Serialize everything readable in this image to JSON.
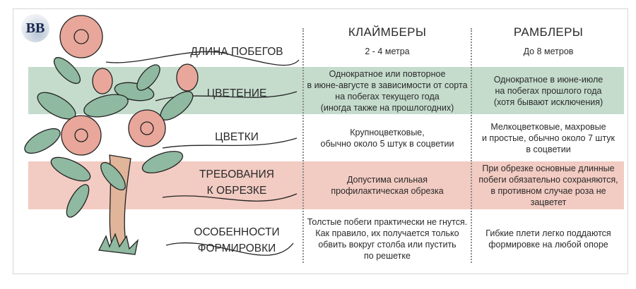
{
  "logo": {
    "text": "BB"
  },
  "columns": {
    "climbers": "КЛАЙМБЕРЫ",
    "ramblers": "РАМБЛЕРЫ"
  },
  "rows": [
    {
      "label": "ДЛИНА ПОБЕГОВ",
      "climbers": "2 - 4 метра",
      "ramblers": "До 8 метров"
    },
    {
      "label": "ЦВЕТЕНИЕ",
      "climbers": "Однократное или повторное\nв июне-августе в зависимости от сорта\nна побегах текущего года\n(иногда также на прошлогодних)",
      "ramblers": "Однократное в июне-июле\nна побегах прошлого года\n(хотя бывают исключения)"
    },
    {
      "label": "ЦВЕТКИ",
      "climbers": "Крупноцветковые,\nобычно около 5 штук в соцветии",
      "ramblers": "Мелкоцветковые, махровые\nи простые, обычно около 7 штук\nв соцветии"
    },
    {
      "label": "ТРЕБОВАНИЯ\nК ОБРЕЗКЕ",
      "climbers": "Допустима сильная\nпрофилактическая обрезка",
      "ramblers": "При обрезке основные длинные\nпобеги обязательно сохраняются,\nв противном случае роза не зацветет"
    },
    {
      "label": "ОСОБЕННОСТИ\nФОРМИРОВКИ",
      "climbers": "Толстые побеги практически не гнутся.\nКак правило, их получается только\nобвить вокруг столба или пустить\nпо решетке",
      "ramblers": "Гибкие плети легко поддаются\nформировке на любой опоре"
    }
  ],
  "colors": {
    "green_band": "#c5dccd",
    "pink_band": "#f2cbc2",
    "rose": "#e8a79a",
    "leaf": "#8fb9a0",
    "trunk": "#e0b59a"
  }
}
